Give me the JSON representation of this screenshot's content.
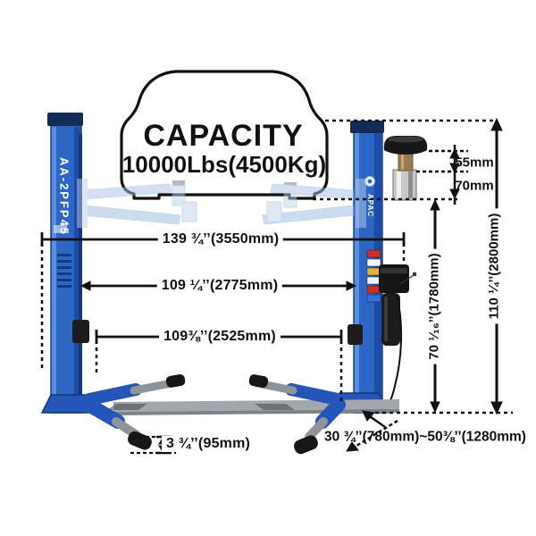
{
  "diagram": {
    "capacity_title": "CAPACITY",
    "capacity_value": "10000Lbs(4500Kg)",
    "model": "AA-2PFP45",
    "brand": "APAC",
    "dims": {
      "width_overall": "139 ¾’’(3550mm)",
      "width_inside": "109 ¼’’(2775mm)",
      "width_drive_thru": "109⅜’’(2525mm)",
      "height_overall": "110 ¼’’(2800mm)",
      "height_lift": "70 ¹⁄₁₆’’(1780mm)",
      "adapter_stack_top": "55mm",
      "adapter_stack_bottom": "70mm",
      "pad_min_height": "3 ¾’’(95mm)",
      "arm_reach_range": "30 ¾’’(780mm)~50⅜’’(1280mm)"
    },
    "colors": {
      "column_blue": "#2d66c4",
      "column_navy_cap": "#122c55",
      "line_black": "#111111",
      "floor_gray": "#a2a7ad",
      "ghost_arm_blue": "#a9c4e8",
      "pad_black": "#171717",
      "brass": "#9a7b4f"
    }
  }
}
